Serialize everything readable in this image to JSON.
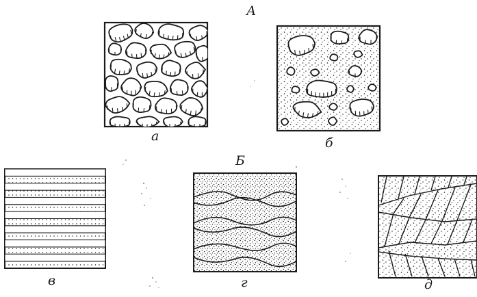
{
  "figure": {
    "group_label_A": "А",
    "group_label_B": "Б",
    "panel_labels": {
      "a": "а",
      "b": "б",
      "v": "в",
      "g": "г",
      "d": "д"
    }
  },
  "colors": {
    "ink": "#1a1a1a",
    "background": "#ffffff"
  }
}
